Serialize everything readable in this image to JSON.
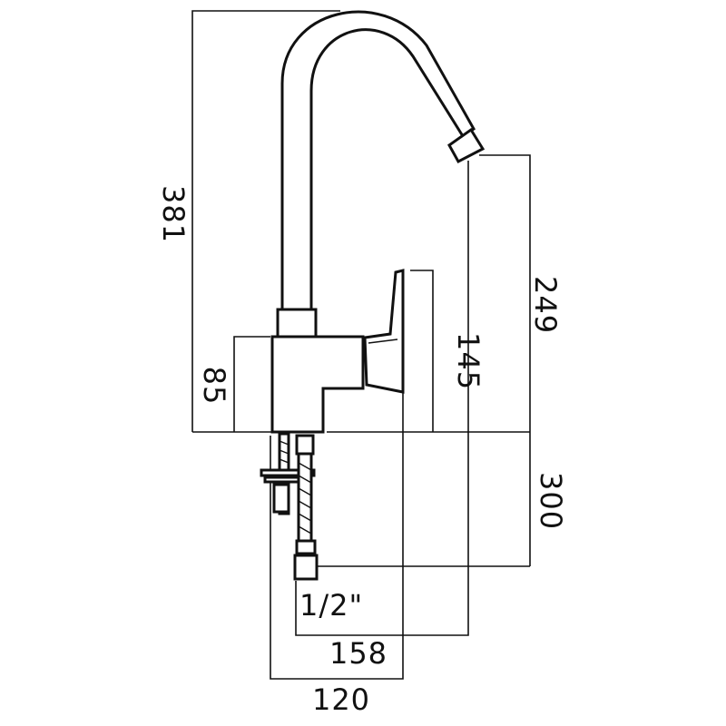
{
  "diagram": {
    "dimensions": {
      "total_height": "381",
      "base_height": "85",
      "lever_height": "145",
      "spout_height": "249",
      "below_deck": "300",
      "reach": "158",
      "base_width": "120"
    },
    "connection_label": "1/2\""
  }
}
